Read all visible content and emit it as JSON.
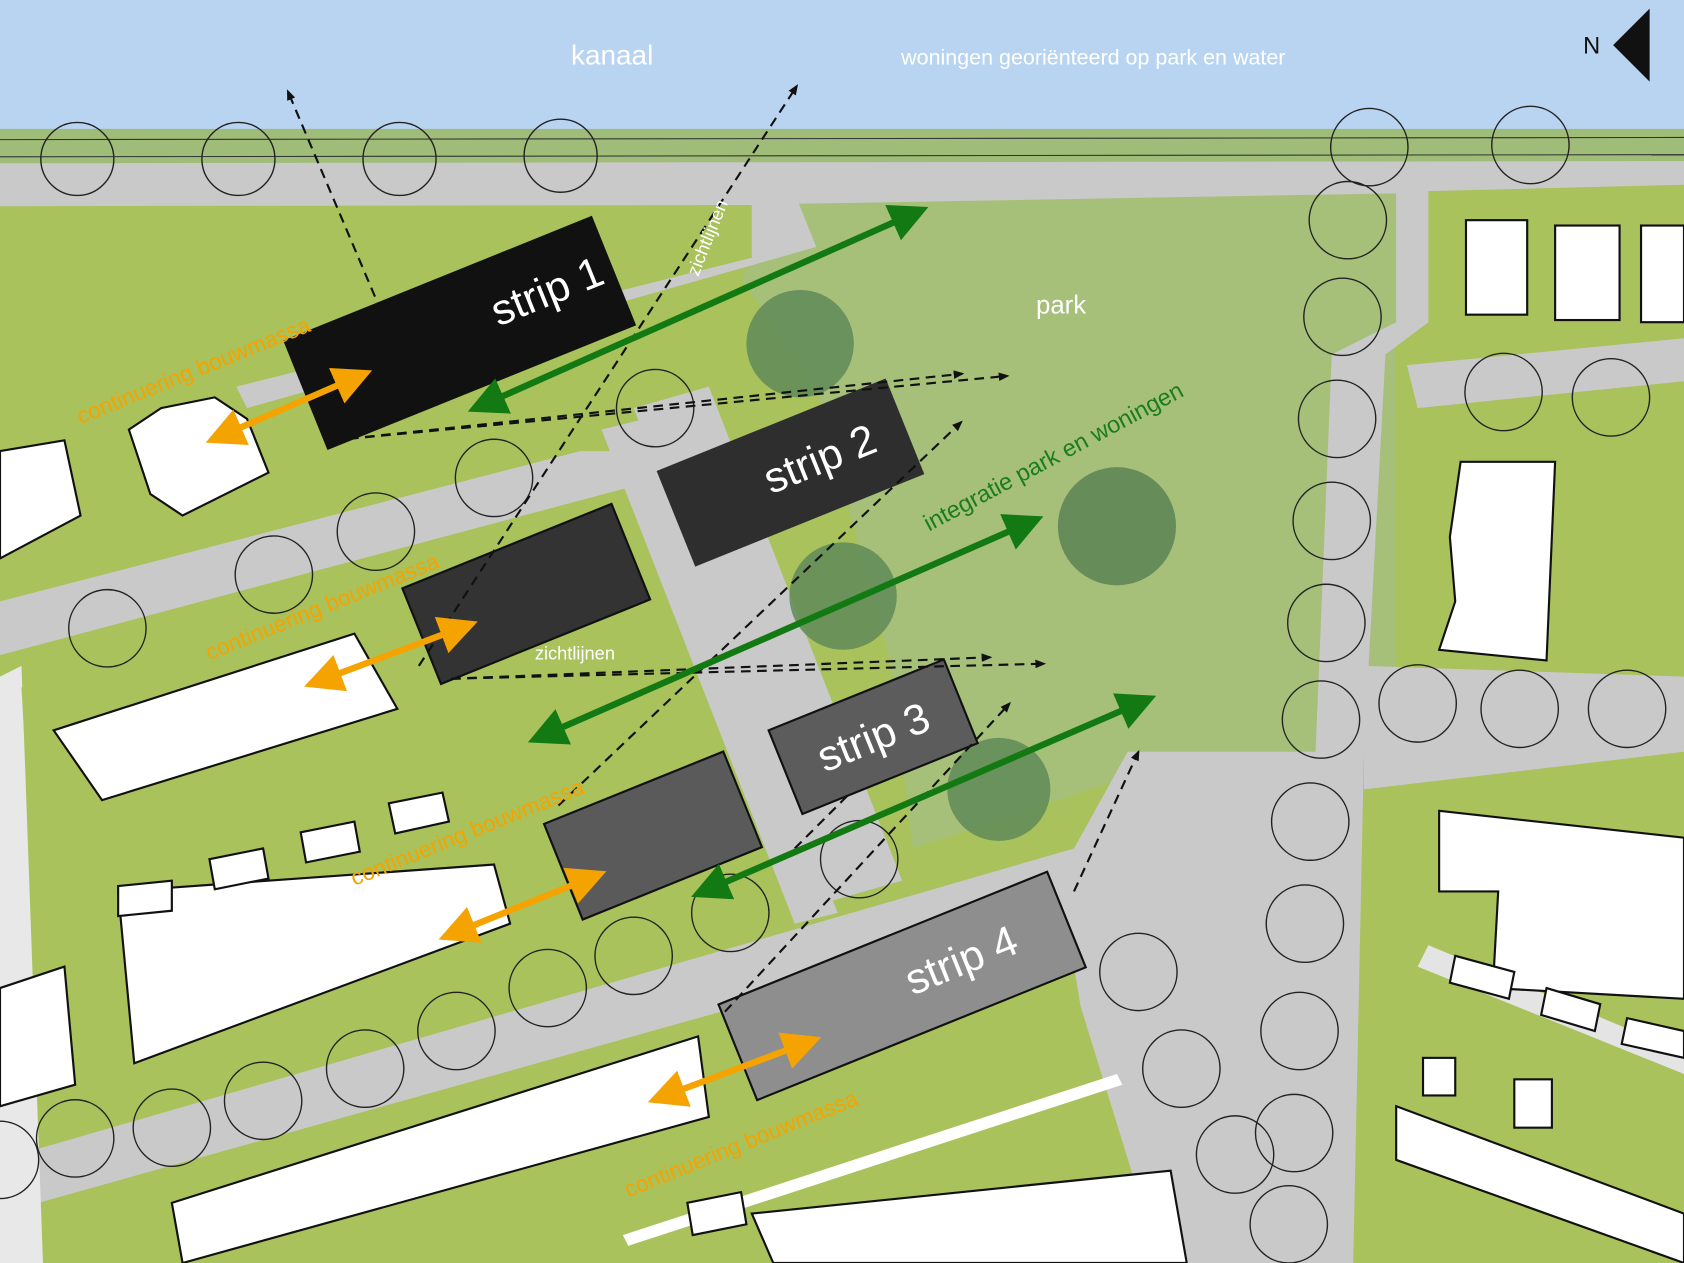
{
  "labels": {
    "water": "kanaal",
    "orientation": "woningen georiënteerd op park en water",
    "north": "N",
    "park": "park",
    "sightlines_1": "zichtlijnen",
    "sightlines_2": "zichtlijnen",
    "integration": "integratie park en woningen",
    "continuation_1": "continuering bouwmassa",
    "continuation_2": "continuering bouwmassa",
    "continuation_3": "continuering bouwmassa",
    "continuation_4": "continuering bouwmassa"
  },
  "strips": [
    {
      "label": "strip 1",
      "color": "#111111"
    },
    {
      "label": "strip 2",
      "color": "#2e2e2e"
    },
    {
      "label": "strip 3",
      "color": "#5c5c5c"
    },
    {
      "label": "strip 4",
      "color": "#8e8e8e"
    }
  ],
  "colors": {
    "water": "#b8d4f1",
    "grass": "#a9c25c",
    "park": "#a6c07a",
    "road": "#c9c9c9",
    "green_arrow": "#137a13",
    "orange_arrow": "#f5a300"
  }
}
